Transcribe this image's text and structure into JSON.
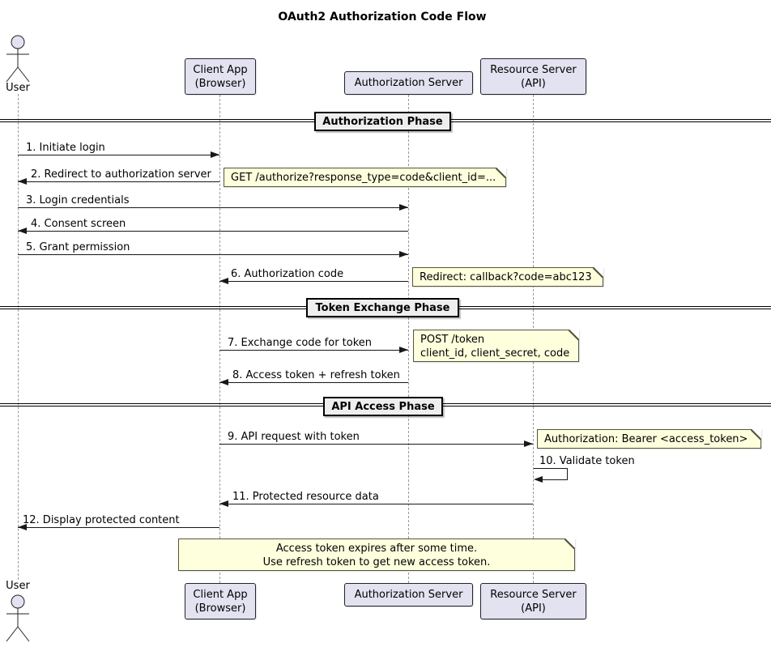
{
  "title": "OAuth2 Authorization Code Flow",
  "participants": {
    "user": "User",
    "client": [
      "Client App",
      "(Browser)"
    ],
    "auth": [
      "Authorization Server"
    ],
    "resource": [
      "Resource Server",
      "(API)"
    ]
  },
  "dividers": [
    "Authorization Phase",
    "Token Exchange Phase",
    "API Access Phase"
  ],
  "messages": [
    "1. Initiate login",
    "2. Redirect to authorization server",
    "3. Login credentials",
    "4. Consent screen",
    "5. Grant permission",
    "6. Authorization code",
    "7. Exchange code for token",
    "8. Access token + refresh token",
    "9. API request with token",
    "10. Validate token",
    "11. Protected resource data",
    "12. Display protected content"
  ],
  "notes": {
    "get_authorize": "GET /authorize?response_type=code&client_id=...",
    "redirect_callback": "Redirect: callback?code=abc123",
    "post_token": [
      "POST /token",
      "client_id, client_secret, code"
    ],
    "bearer": "Authorization: Bearer <access_token>",
    "expiry": [
      "Access token expires after some time.",
      "Use refresh token to get new access token."
    ]
  },
  "colors": {
    "participant_fill": "#E2E2F0",
    "participant_border": "#23232a",
    "note_fill": "#FEFFDD",
    "note_border": "#55553C",
    "divider_fill": "#EEEEEE",
    "lifeline": "#9a9a9a",
    "arrow": "#181818"
  }
}
